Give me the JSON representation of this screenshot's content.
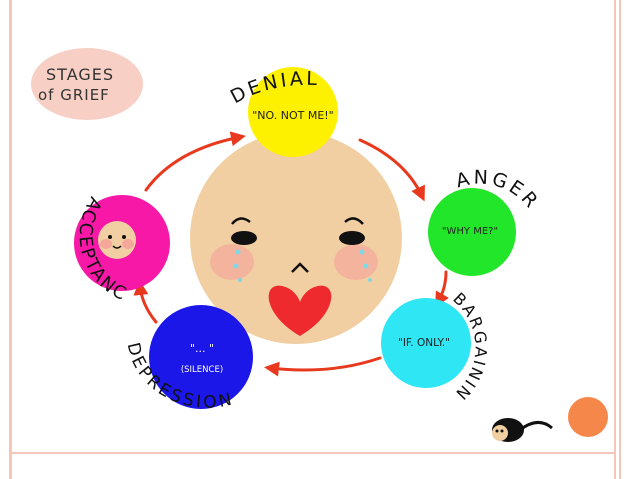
{
  "title": {
    "line1": "STAGES",
    "line2": "of GRIEF"
  },
  "stages": [
    {
      "key": "denial",
      "name": "DENIAL",
      "quote": "\"NO. NOT ME!\"",
      "color": "#fdf100"
    },
    {
      "key": "anger",
      "name": "ANGER",
      "quote": "\"WHY ME?\"",
      "color": "#22e62a"
    },
    {
      "key": "bargaining",
      "name": "BARGAINING",
      "quote": "\"IF. ONLY.\"",
      "color": "#2ee6f4"
    },
    {
      "key": "depression",
      "name": "DEPRESSION",
      "quote": "\"... \"",
      "sub": "(SILENCE)",
      "color": "#1a17e8"
    },
    {
      "key": "acceptance",
      "name": "ACCEPTANCE",
      "color": "#f718a8"
    }
  ],
  "colors": {
    "title_blob": "#f7cfc4",
    "face": "#f1cfa2",
    "arrows": "#e8391f",
    "heart": "#ee2a2e",
    "accent_dot": "#f5874a",
    "rules": "#f6c7b8"
  }
}
